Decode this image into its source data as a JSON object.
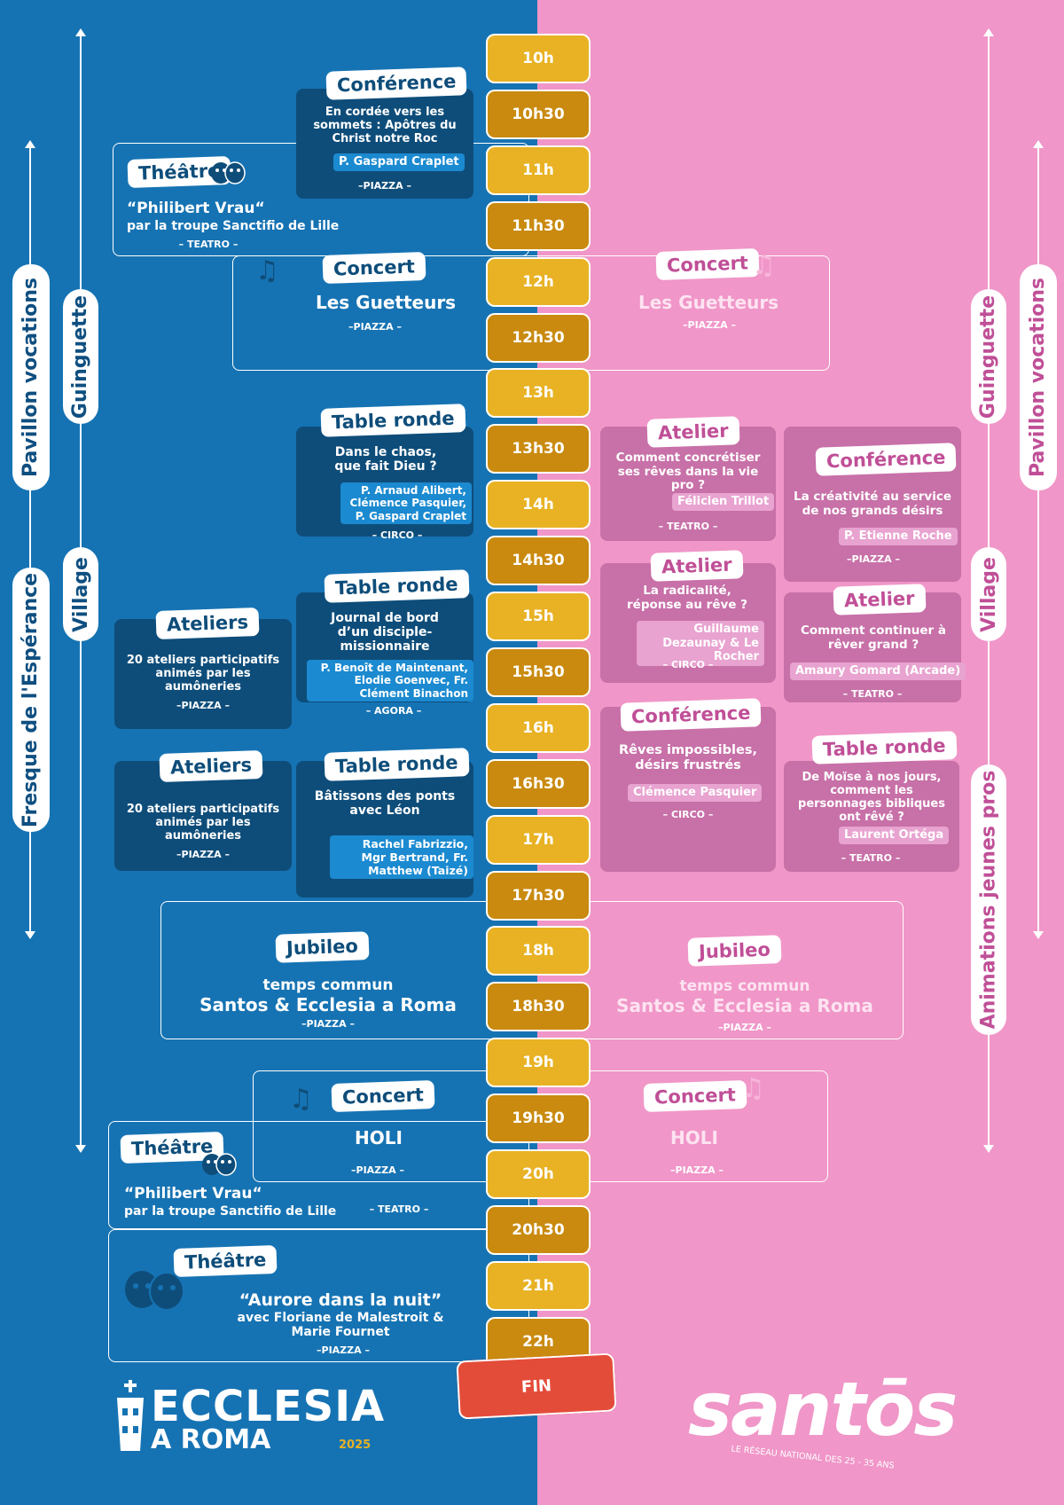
{
  "colors": {
    "blue": "#1673b3",
    "dark_blue": "#0e4d7a",
    "pink": "#f096c8",
    "dark_pink": "#c870a8",
    "gold": "#e8b224",
    "dark_gold": "#c98a0f",
    "fin_red": "#e44c3a"
  },
  "times": [
    "10h",
    "10h30",
    "11h",
    "11h30",
    "12h",
    "12h30",
    "13h",
    "13h30",
    "14h",
    "14h30",
    "15h",
    "15h30",
    "16h",
    "16h30",
    "17h",
    "17h30",
    "18h",
    "18h30",
    "19h",
    "19h30",
    "20h",
    "20h30",
    "21h",
    "22h"
  ],
  "fin": "FIN",
  "side_left": {
    "pavillon": "Pavillon vocations",
    "guinguette": "Guinguette",
    "fresque": "Fresque de l'Espérance",
    "village": "Village"
  },
  "side_right": {
    "guinguette": "Guinguette",
    "pavillon": "Pavillon vocations",
    "village": "Village",
    "animations": "Animations jeunes pros"
  },
  "left": {
    "conf1": {
      "tag": "Conférence",
      "title": "En cordée vers les sommets : Apôtres du Christ notre Roc",
      "speaker": "P. Gaspard Craplet",
      "venue": "–PIAZZA –"
    },
    "theatre1": {
      "tag": "Théâtre",
      "title": "“Philibert Vrau“",
      "sub": "par la troupe Sanctifio de Lille",
      "venue": "– TEATRO –"
    },
    "concert1": {
      "tag": "Concert",
      "title": "Les Guetteurs",
      "venue": "–PIAZZA –"
    },
    "table1": {
      "tag": "Table ronde",
      "title": "Dans le chaos, que fait Dieu ?",
      "speaker": "P. Arnaud Alibert, Clémence Pasquier, P. Gaspard Craplet",
      "venue": "– CIRCO –"
    },
    "table2": {
      "tag": "Table ronde",
      "title": "Journal de bord d’un disciple-missionnaire",
      "speaker": "P. Benoît de Maintenant, Elodie Goenvec, Fr. Clément Binachon",
      "venue": "– AGORA –"
    },
    "ateliers1": {
      "tag": "Ateliers",
      "title": "20 ateliers participatifs animés par les aumôneries",
      "venue": "–PIAZZA –"
    },
    "ateliers2": {
      "tag": "Ateliers",
      "title": "20 ateliers participatifs animés par les aumôneries",
      "venue": "–PIAZZA –"
    },
    "table3": {
      "tag": "Table ronde",
      "title": "Bâtissons des ponts avec Léon",
      "speaker": "Rachel Fabrizzio, Mgr Bertrand, Fr. Matthew (Taizé)"
    },
    "jubileo": {
      "tag": "Jubileo",
      "line1": "temps commun",
      "line2": "Santos &  Ecclesia a Roma",
      "venue": "–PIAZZA –"
    },
    "concert2": {
      "tag": "Concert",
      "title": "HOLI",
      "venue": "–PIAZZA –"
    },
    "theatre2": {
      "tag": "Théâtre",
      "title": "“Philibert Vrau“",
      "sub": "par la troupe Sanctifio de Lille",
      "venue": "– TEATRO –"
    },
    "theatre3": {
      "tag": "Théâtre",
      "title": "“Aurore dans la nuit”",
      "sub": "avec Floriane de Malestroit & Marie Fournet",
      "venue": "–PIAZZA –"
    }
  },
  "right": {
    "concert1": {
      "tag": "Concert",
      "title": "Les Guetteurs",
      "venue": "–PIAZZA –"
    },
    "atelier1": {
      "tag": "Atelier",
      "title": "Comment concrétiser ses rêves dans la vie pro ?",
      "speaker": "Félicien Trillot",
      "venue": "– TEATRO –"
    },
    "conf1": {
      "tag": "Conférence",
      "title": "La créativité au service de nos grands désirs",
      "speaker": "P. Etienne Roche",
      "venue": "–PIAZZA –"
    },
    "atelier2": {
      "tag": "Atelier",
      "title": "La radicalité, réponse au rêve ?",
      "speaker": "Guillaume Dezaunay & Le Rocher",
      "venue": "– CIRCO –"
    },
    "atelier3": {
      "tag": "Atelier",
      "title": "Comment continuer à rêver grand ?",
      "speaker": "Amaury Gomard (Arcade)",
      "venue": "– TEATRO –"
    },
    "conf2": {
      "tag": "Conférence",
      "title": "Rêves impossibles, désirs frustrés",
      "speaker": "Clémence Pasquier",
      "venue": "– CIRCO –"
    },
    "table1": {
      "tag": "Table ronde",
      "title": "De Moïse à nos jours, comment les personnages bibliques ont rêvé ?",
      "speaker": "Laurent Ortéga",
      "venue": "– TEATRO –"
    },
    "jubileo": {
      "tag": "Jubileo",
      "line1": "temps commun",
      "line2": "Santos &  Ecclesia a Roma",
      "venue": "–PIAZZA –"
    },
    "concert2": {
      "tag": "Concert",
      "title": "HOLI",
      "venue": "–PIAZZA –"
    }
  },
  "logo_left": {
    "line1": "ECCLESIA",
    "line2": "A ROMA",
    "year": "2025"
  },
  "logo_right": {
    "name": "santōs",
    "tagline": "LE RÉSEAU NATIONAL DES 25 - 35 ANS"
  },
  "icons": {
    "note": "music-note-icon",
    "masks": "theatre-masks-icon",
    "arrow": "double-arrow-icon"
  }
}
